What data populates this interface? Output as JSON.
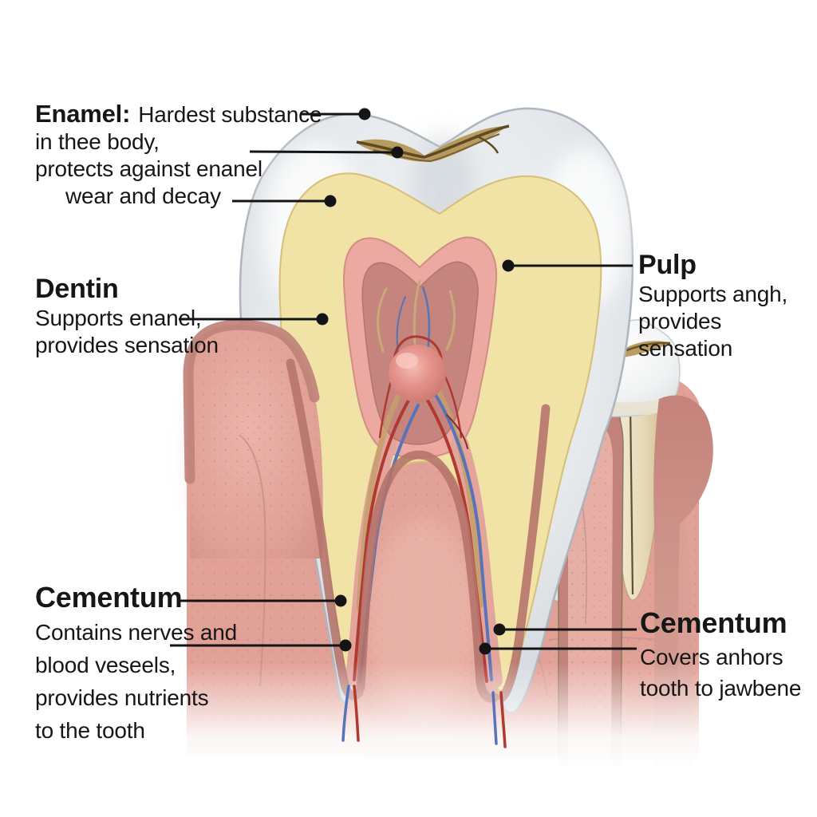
{
  "labels": {
    "enamel": {
      "heading": "Enamel:",
      "heading_suffix": "Hardest substance",
      "lines": [
        "in thee body,",
        "protects against enanel",
        "wear and decay"
      ]
    },
    "dentin": {
      "heading": "Dentin",
      "lines": [
        "Supports enanel,",
        "provides sensation"
      ]
    },
    "pulp": {
      "heading": "Pulp",
      "lines": [
        "Supports angh,",
        "provides sensation"
      ]
    },
    "cementum_left": {
      "heading": "Cementum",
      "lines": [
        "Contains nerves and",
        "blood veseels,",
        "provides nutrients",
        "to the tooth"
      ]
    },
    "cementum_right": {
      "heading": "Cementum",
      "lines": [
        "Covers anhors",
        "tooth to jawbene"
      ]
    }
  },
  "colors": {
    "background": "#ffffff",
    "text": "#161616",
    "leader_line": "#141414",
    "enamel": "#e7eaed",
    "dentin": "#f1e3a6",
    "pulp_wall": "#eba9a2",
    "pulp_chamber": "#c5857e",
    "pulp_ball": "#e08a84",
    "gum_light": "#e2a197",
    "gum_dark": "#bf8279",
    "cementum_root": "#e3e6e8",
    "small_tooth_root": "#e9dfc4",
    "artery_red": "#b03a30",
    "vein_blue": "#5873b8",
    "nerve_tan": "#c3a06a",
    "fissure_gold": "#b3924f",
    "fissure_dark": "#5f4a22",
    "bone_tan": "#c0a878"
  }
}
